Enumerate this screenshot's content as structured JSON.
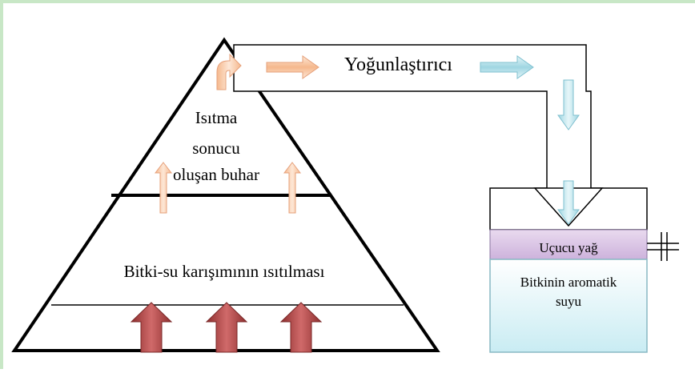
{
  "diagram": {
    "pyramid": {
      "heating_vapor_lines": [
        "Isıtma",
        "sonucu",
        "oluşan buhar"
      ],
      "mixture_heating_label": "Bitki-su karışımının ısıtılması"
    },
    "condenser_label": "Yoğunlaştırıcı",
    "separator": {
      "oil_label": "Uçucu yağ",
      "water_lines": [
        "Bitkinin aromatik",
        "suyu"
      ]
    },
    "colors": {
      "heat_arrow_fill": "#b84b4b",
      "vapor_arrow_fill": "#f8c9a4",
      "condensate_arrow_fill": "#a9dbe6",
      "oil_layer": "#dcc6e6",
      "water_layer": "#d7f1f6",
      "frame_green": "#c8e7c6"
    }
  }
}
